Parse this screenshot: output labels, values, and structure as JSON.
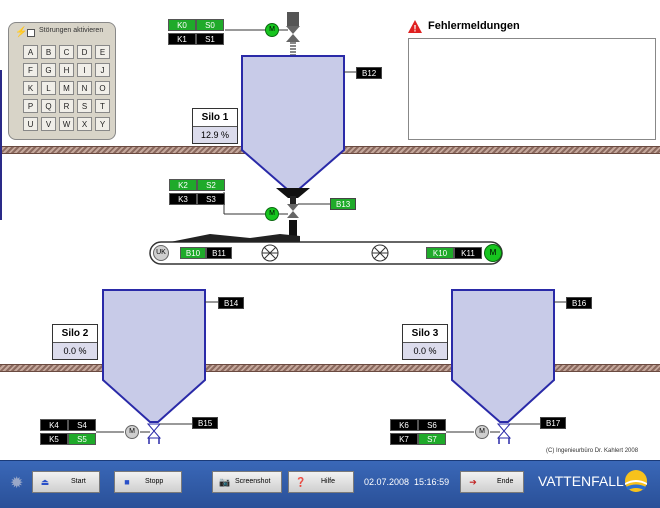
{
  "panel": {
    "checkbox_label": "Störungen aktivieren",
    "keys": [
      "A",
      "B",
      "C",
      "D",
      "E",
      "F",
      "G",
      "H",
      "I",
      "J",
      "K",
      "L",
      "M",
      "N",
      "O",
      "P",
      "Q",
      "R",
      "S",
      "T",
      "U",
      "V",
      "W",
      "X",
      "Y"
    ]
  },
  "errors": {
    "title": "Fehlermeldungen"
  },
  "signals": {
    "k0": "K0",
    "s0": "S0",
    "k1": "K1",
    "s1": "S1",
    "k2": "K2",
    "s2": "S2",
    "k3": "K3",
    "s3": "S3",
    "k4": "K4",
    "s4": "S4",
    "k5": "K5",
    "s5": "S5",
    "k6": "K6",
    "s6": "S6",
    "k7": "K7",
    "s7": "S7",
    "b10": "B10",
    "b11": "B11",
    "k10": "K10",
    "k11": "K11"
  },
  "sensors": {
    "b12": "B12",
    "b13": "B13",
    "b14": "B14",
    "b15": "B15",
    "b16": "B16",
    "b17": "B17"
  },
  "silos": [
    {
      "name": "Silo 1",
      "value": "12.9 %",
      "fill": 0.129
    },
    {
      "name": "Silo 2",
      "value": "0.0 %",
      "fill": 0.0
    },
    {
      "name": "Silo 3",
      "value": "0.0 %",
      "fill": 0.0
    }
  ],
  "conveyor": {
    "left_label": "UK",
    "motor_label": "M"
  },
  "motors": {
    "m": "M"
  },
  "copyright": "(C) Ingenieurbüro Dr. Kahlert 2008",
  "taskbar": {
    "start": "Start",
    "stopp": "Stopp",
    "screenshot": "Screenshot",
    "hilfe": "Hilfe",
    "datetime": "02.07.2008  15:16:59",
    "ende": "Ende",
    "brand": "VATTENFALL"
  },
  "colors": {
    "green": "#1faa2a",
    "silo_fill": "#c8cbe8",
    "silo_edge": "#2a2aa8",
    "taskbar": "#2a5098"
  }
}
